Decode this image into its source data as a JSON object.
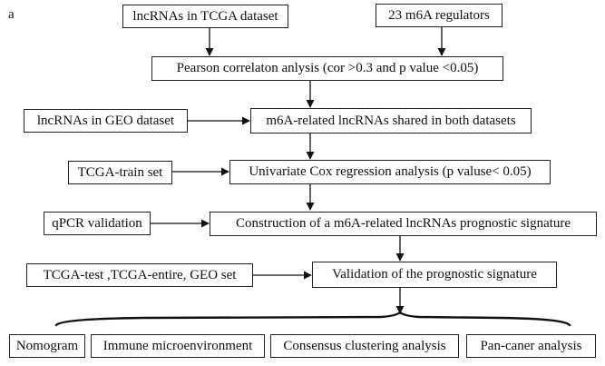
{
  "panel_letter": "a",
  "boxes": {
    "tcga_lncrnas": "lncRNAs in TCGA dataset",
    "m6a_regulators": "23 m6A regulators",
    "pearson": "Pearson correlaton anlysis (cor >0.3 and p value <0.05)",
    "geo_lncrnas": "lncRNAs in GEO dataset",
    "shared": "m6A-related lncRNAs shared in both datasets",
    "train_set": "TCGA-train set",
    "cox": "Univariate Cox regression analysis (p valuse< 0.05)",
    "qpcr": "qPCR validation",
    "construction": "Construction of  a m6A-related lncRNAs prognostic signature",
    "test_sets": "TCGA-test ,TCGA-entire, GEO set",
    "validation": "Validation of  the prognostic signature"
  },
  "outcomes": [
    "Nomogram",
    "Immune microenvironment",
    "Consensus clustering analysis",
    "Pan-caner analysis"
  ]
}
